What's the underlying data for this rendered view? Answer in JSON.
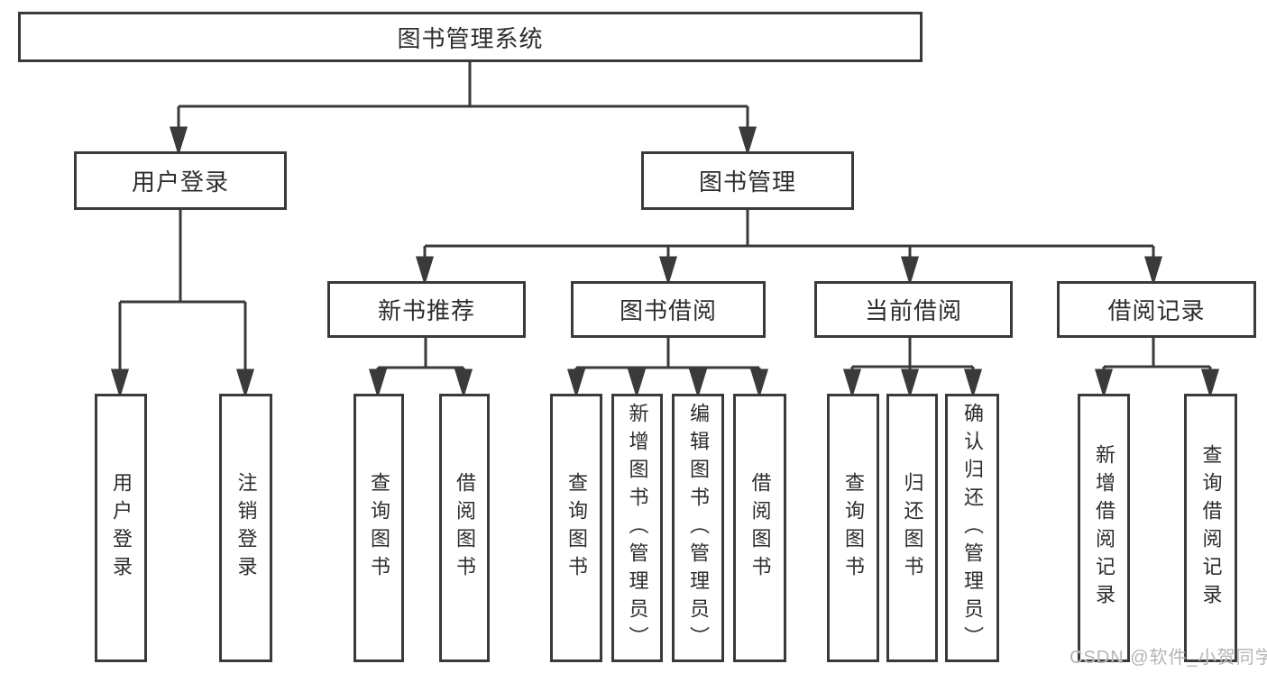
{
  "tree": {
    "label": "图书管理系统",
    "children": [
      {
        "label": "用户登录",
        "children": [
          {
            "label": "用户登录"
          },
          {
            "label": "注销登录"
          }
        ]
      },
      {
        "label": "图书管理",
        "children": [
          {
            "label": "新书推荐",
            "children": [
              {
                "label": "查询图书"
              },
              {
                "label": "借阅图书"
              }
            ]
          },
          {
            "label": "图书借阅",
            "children": [
              {
                "label": "查询图书"
              },
              {
                "label": "新增图书（管理员）"
              },
              {
                "label": "编辑图书（管理员）"
              },
              {
                "label": "借阅图书"
              }
            ]
          },
          {
            "label": "当前借阅",
            "children": [
              {
                "label": "查询图书"
              },
              {
                "label": "归还图书"
              },
              {
                "label": "确认归还（管理员）"
              }
            ]
          },
          {
            "label": "借阅记录",
            "children": [
              {
                "label": "新增借阅记录"
              },
              {
                "label": "查询借阅记录"
              }
            ]
          }
        ]
      }
    ]
  },
  "watermark": "CSDN @软件_小贺同学",
  "colors": {
    "line": "#3a3a3a",
    "box_border": "#3a3a3a",
    "text": "#2d2d2d",
    "watermark": "#b5b5b5",
    "background": "#ffffff"
  }
}
